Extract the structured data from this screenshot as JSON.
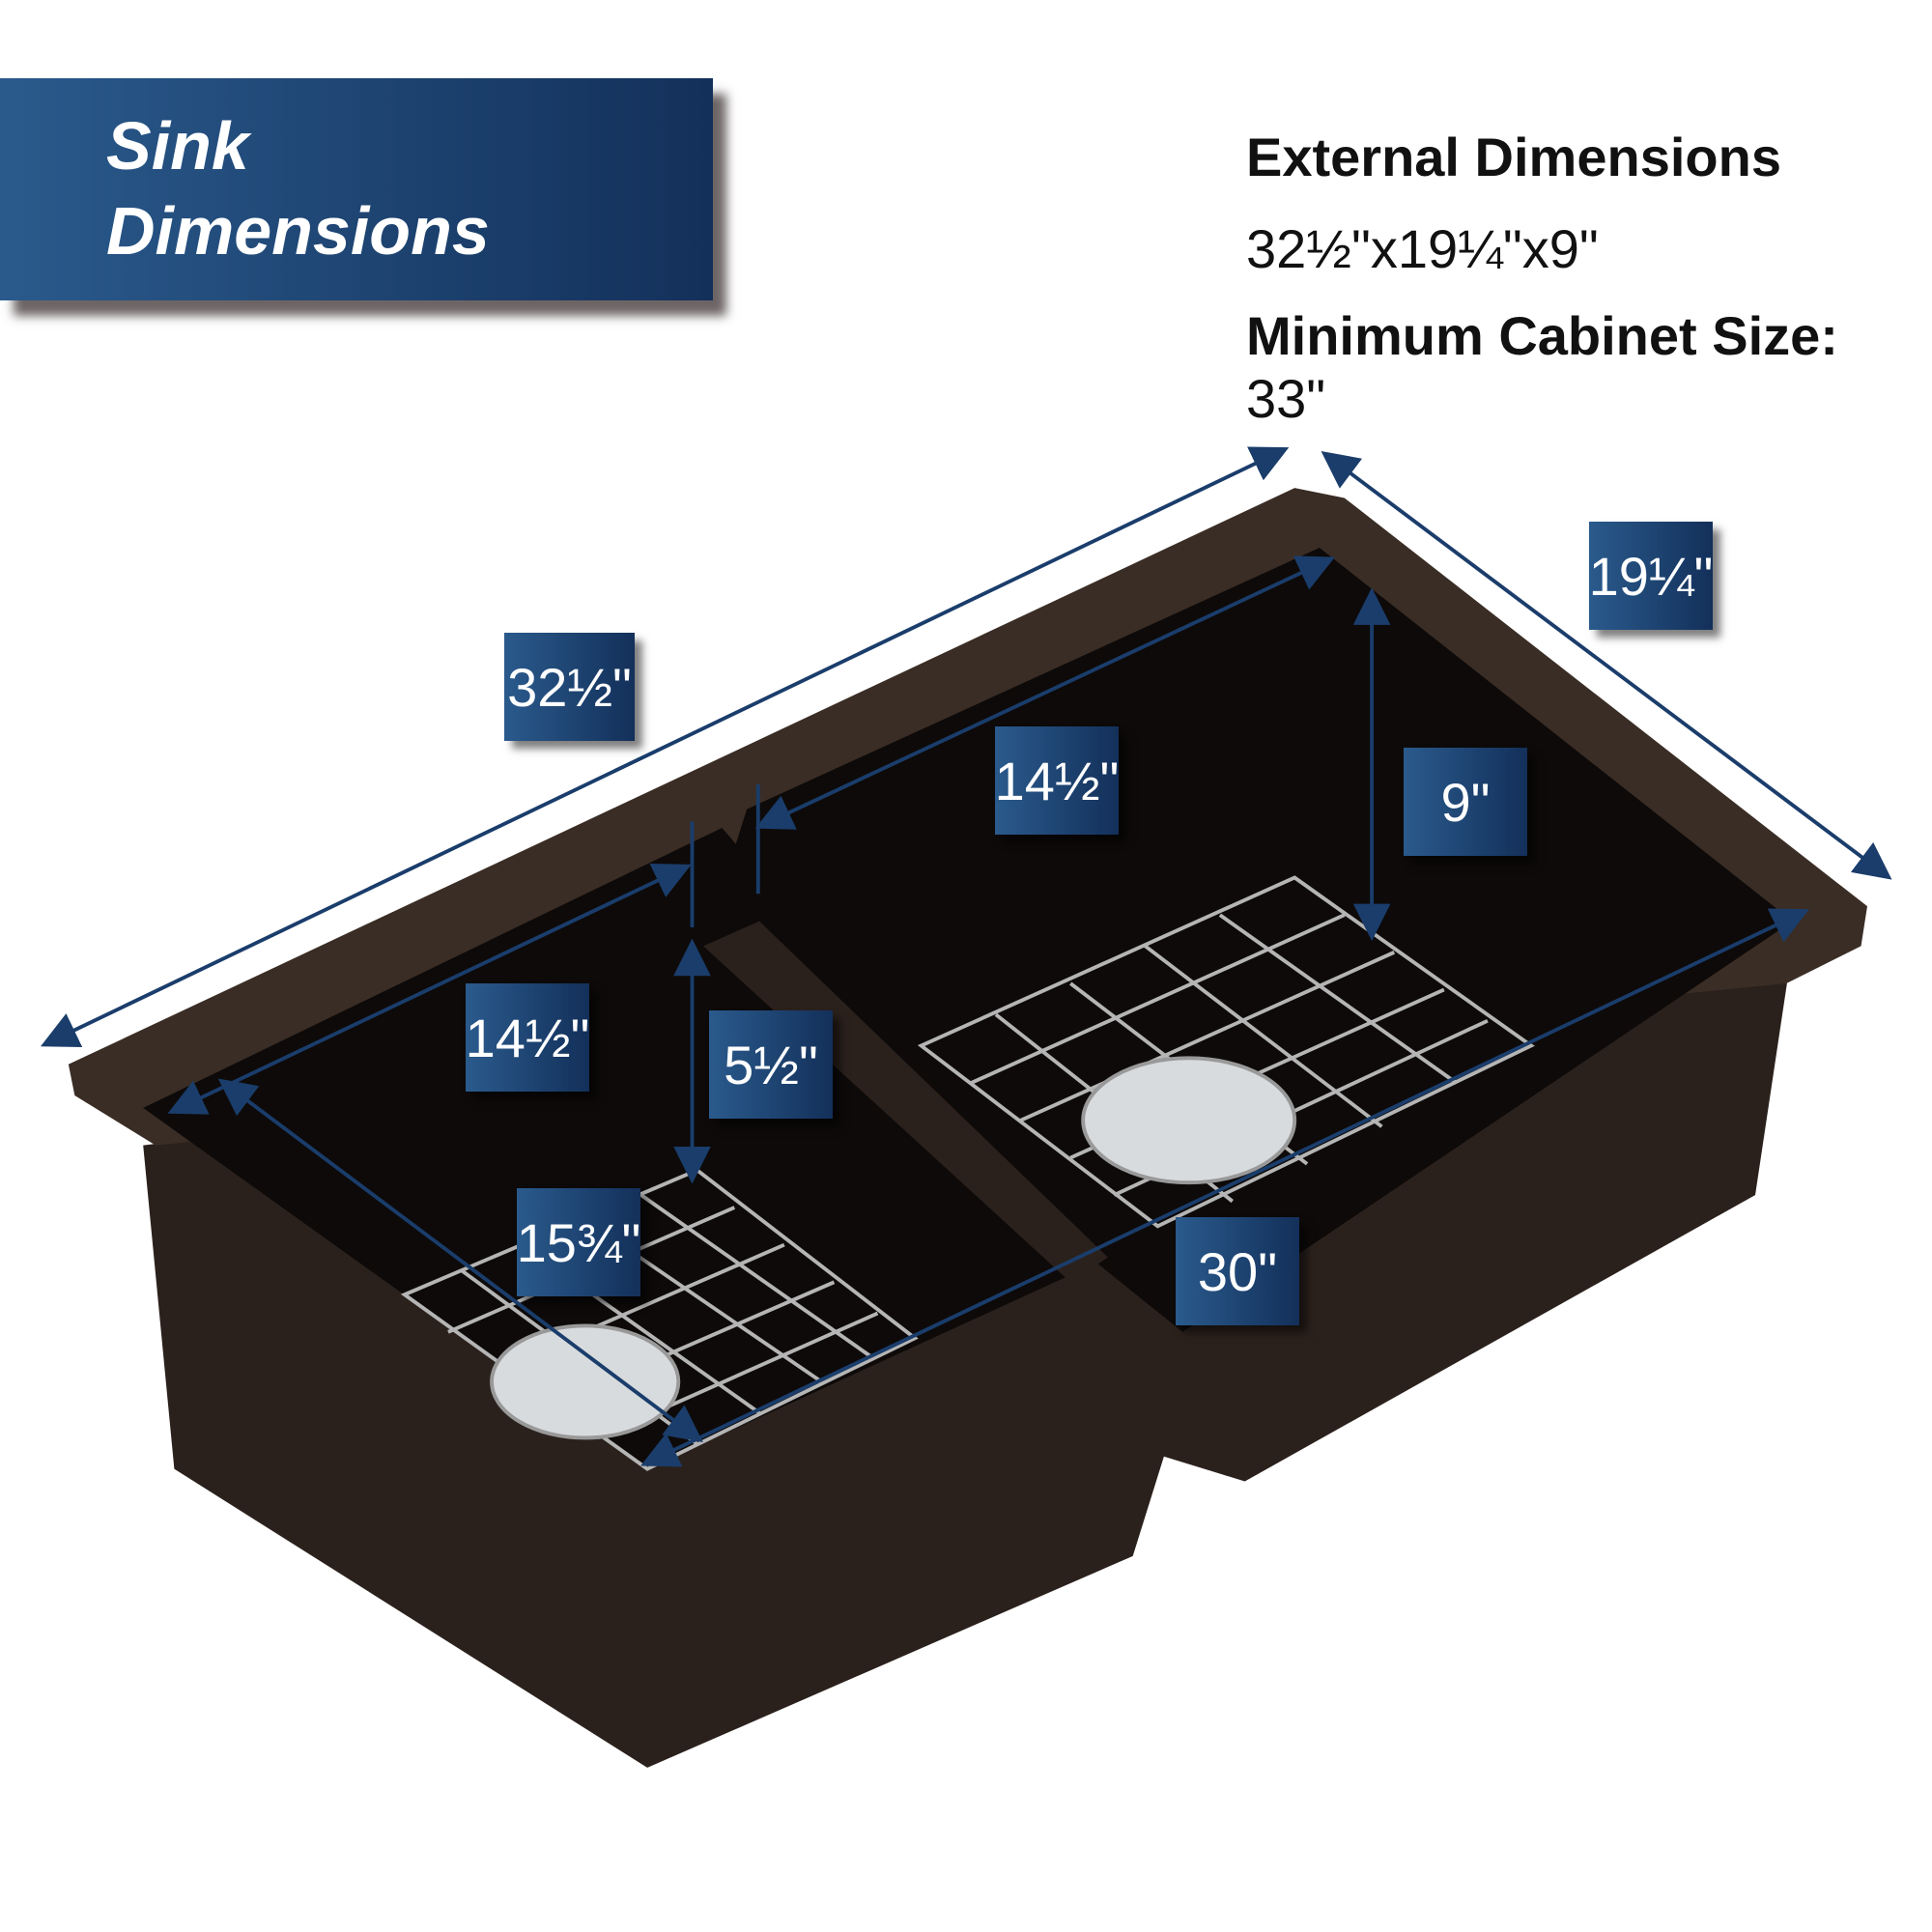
{
  "header": {
    "title_line1": "Sink",
    "title_line2": "Dimensions"
  },
  "specs": {
    "heading": "External Dimensions",
    "external": "32½\"x19¼\"x9\"",
    "cabinet_label": "Minimum Cabinet Size:",
    "cabinet_value": "33\""
  },
  "labels": {
    "length": "32½\"",
    "width": "19¼\"",
    "depth": "9\"",
    "right_bowl_length": "14½\"",
    "left_bowl_length": "14½\"",
    "small_depth": "5½\"",
    "bowl_width": "15¾\"",
    "inner_length": "30\""
  },
  "colors": {
    "accent": "#1a3d6b",
    "sink": "#2b211c"
  }
}
